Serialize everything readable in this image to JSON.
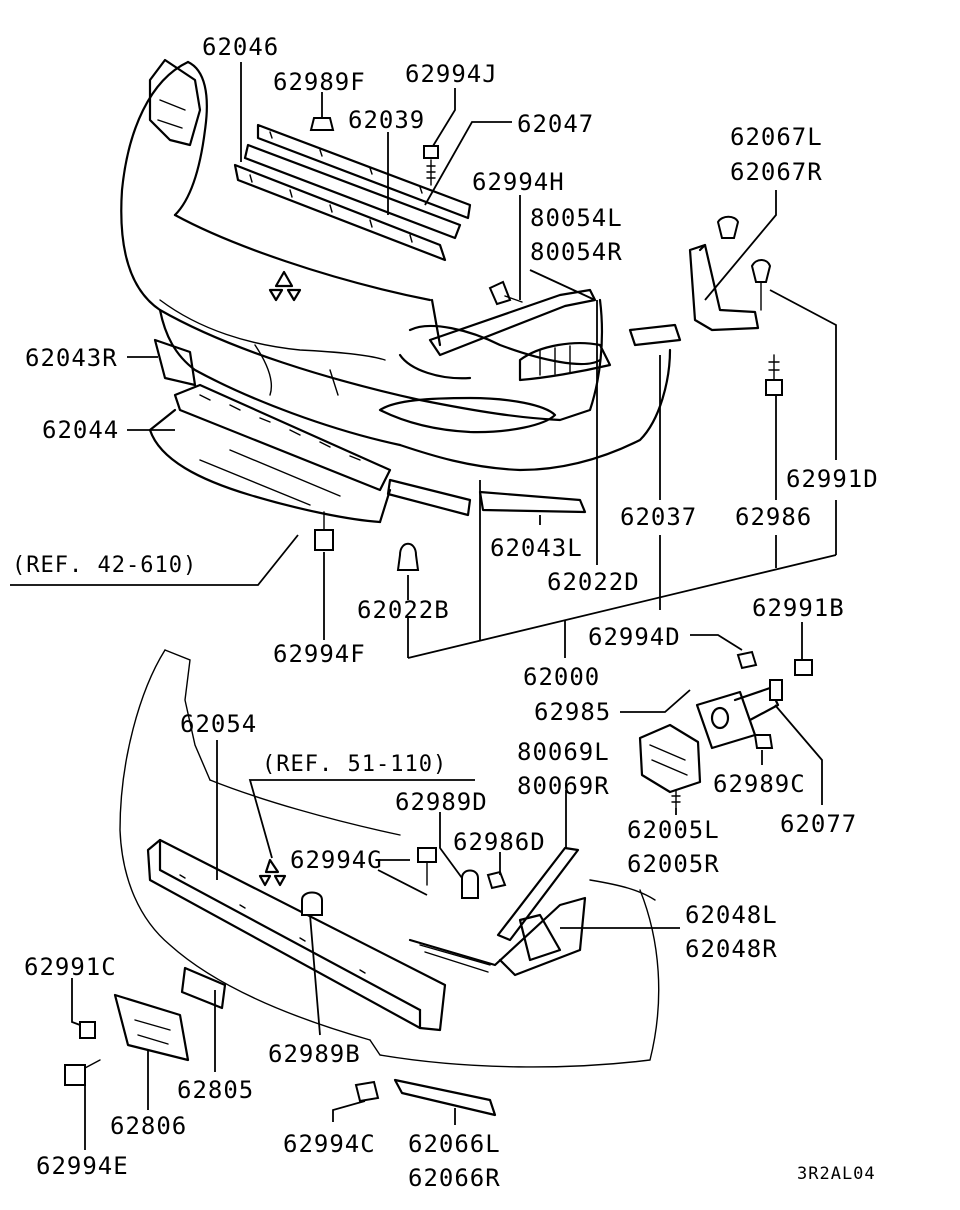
{
  "figure_code": "3R2AL04",
  "references": {
    "ref_42": "(REF. 42-610)",
    "ref_51": "(REF. 51-110)"
  },
  "labels": {
    "p62046": "62046",
    "p62989F": "62989F",
    "p62994J": "62994J",
    "p62039": "62039",
    "p62047": "62047",
    "p62067L": "62067L",
    "p62067R": "62067R",
    "p62994H": "62994H",
    "p80054L": "80054L",
    "p80054R": "80054R",
    "p62043R": "62043R",
    "p62044": "62044",
    "p62991D": "62991D",
    "p62037": "62037",
    "p62986": "62986",
    "p62043L": "62043L",
    "p62022D": "62022D",
    "p62022B": "62022B",
    "p62994F": "62994F",
    "p62991B": "62991B",
    "p62994D": "62994D",
    "p62000": "62000",
    "p62985": "62985",
    "p62054": "62054",
    "p80069L": "80069L",
    "p80069R": "80069R",
    "p62989C": "62989C",
    "p62989D": "62989D",
    "p62077": "62077",
    "p62986D": "62986D",
    "p62005L": "62005L",
    "p62005R": "62005R",
    "p62994G": "62994G",
    "p62048L": "62048L",
    "p62048R": "62048R",
    "p62991C": "62991C",
    "p62805": "62805",
    "p62989B": "62989B",
    "p62806": "62806",
    "p62994E": "62994E",
    "p62994C": "62994C",
    "p62066L": "62066L",
    "p62066R": "62066R"
  }
}
